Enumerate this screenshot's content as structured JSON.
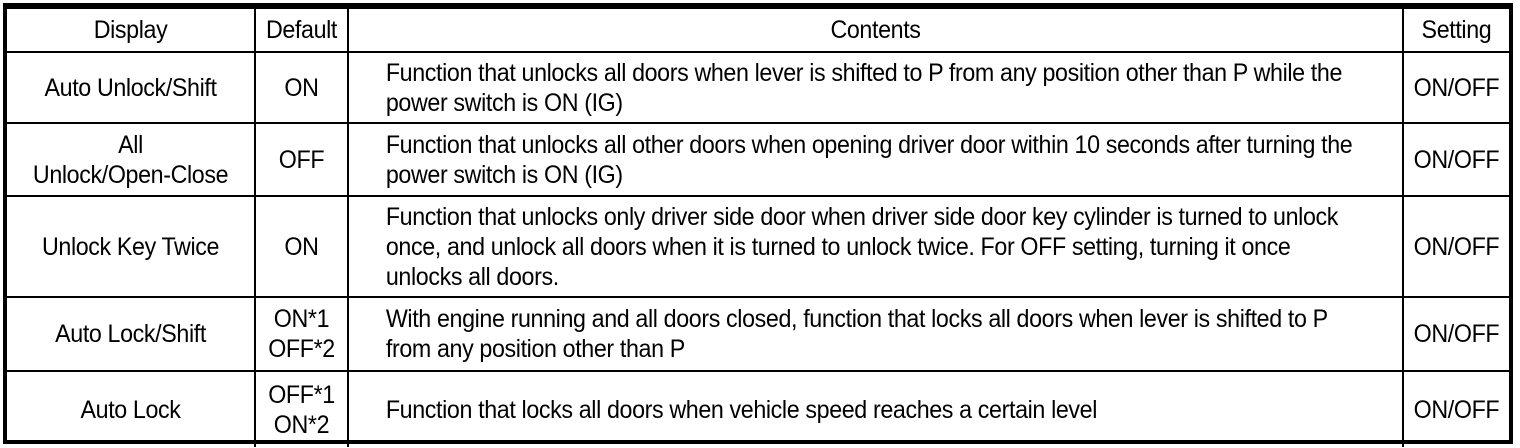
{
  "table": {
    "headers": {
      "display": "Display",
      "default": "Default",
      "contents": "Contents",
      "setting": "Setting"
    },
    "rows": [
      {
        "display": "Auto Unlock/Shift",
        "default": "ON",
        "contents": "Function that unlocks all doors when lever is shifted to P from any position other than P while the power switch is ON (IG)",
        "setting": "ON/OFF"
      },
      {
        "display": "All\nUnlock/Open-Close",
        "default": "OFF",
        "contents": "Function that unlocks all other doors when opening driver door within 10 seconds after turning the power switch is ON (IG)",
        "setting": "ON/OFF"
      },
      {
        "display": "Unlock Key Twice",
        "default": "ON",
        "contents": "Function that unlocks only driver side door when driver side door key cylinder is turned to unlock once, and unlock all doors when it is turned to unlock twice. For OFF setting, turning it once unlocks all doors.",
        "setting": "ON/OFF"
      },
      {
        "display": "Auto Lock/Shift",
        "default": "ON*1\nOFF*2",
        "contents": "With engine running and all doors closed, function that locks all doors when lever is shifted to P from any position other than P",
        "setting": "ON/OFF"
      },
      {
        "display": "Auto Lock",
        "default": "OFF*1\nON*2",
        "contents": "Function that locks all doors when vehicle speed reaches a certain level",
        "setting": "ON/OFF"
      }
    ]
  }
}
